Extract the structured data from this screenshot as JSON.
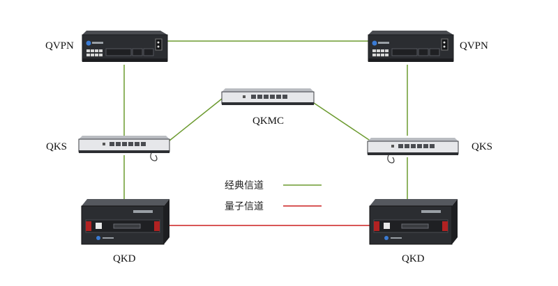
{
  "colors": {
    "classical": "#6b9a2e",
    "quantum": "#cc1f1f",
    "device_dark": "#2b2d31",
    "device_light": "#e6e7ea",
    "background": "#ffffff"
  },
  "nodes": {
    "qvpn_left": {
      "label": "QVPN"
    },
    "qvpn_right": {
      "label": "QVPN"
    },
    "qkmc": {
      "label": "QKMC"
    },
    "qks_left": {
      "label": "QKS"
    },
    "qks_right": {
      "label": "QKS"
    },
    "qkd_left": {
      "label": "QKD"
    },
    "qkd_right": {
      "label": "QKD"
    }
  },
  "legend": {
    "classical_label": "经典信道",
    "quantum_label": "量子信道"
  }
}
